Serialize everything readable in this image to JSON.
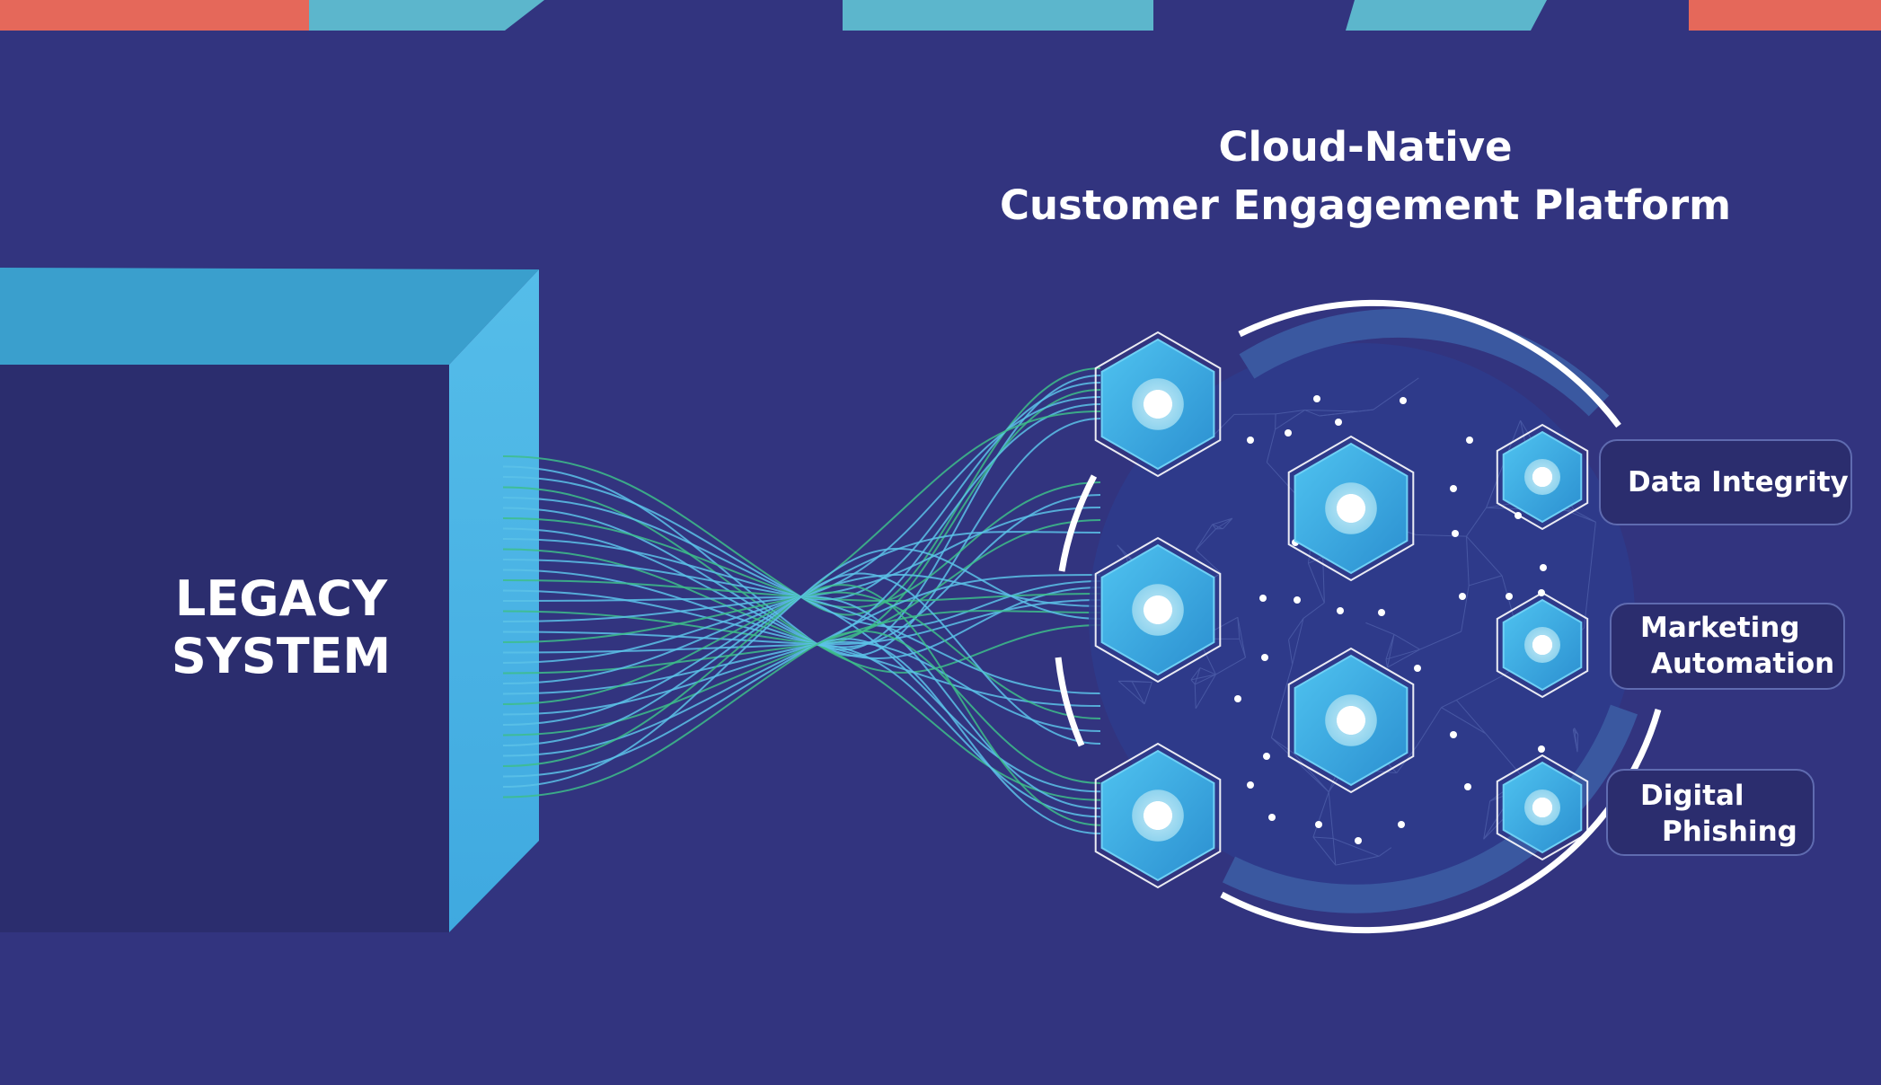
{
  "title": {
    "line1": "Cloud-Native",
    "line2": "Customer Engagement Platform"
  },
  "legacy": {
    "line1": "LEGACY",
    "line2": "SYSTEM"
  },
  "features": [
    {
      "line1": "Data Integrity",
      "line2": ""
    },
    {
      "line1": "Marketing",
      "line2": "Automation"
    },
    {
      "line1": "Digital",
      "line2": "Phishing"
    }
  ],
  "colors": {
    "background": "#32347f",
    "cube_front": "#2b2d6e",
    "cube_top": "#3a9fcd",
    "cube_side": "#4fb6e6",
    "hex_fill": "#3aa8e0",
    "flow_green": "#3dbe8a",
    "flow_cyan": "#5cc2e8",
    "accent_coral": "#e5685a",
    "accent_teal": "#5cb6cc",
    "ring": "#ffffff",
    "ring_band": "#3a58a0"
  }
}
